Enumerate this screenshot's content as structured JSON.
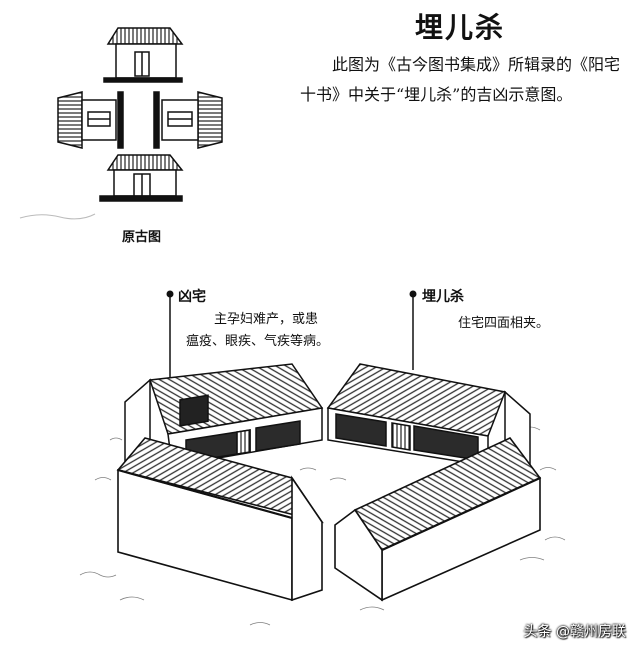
{
  "title": "埋儿杀",
  "description": "此图为《古今图书集成》所辑录的《阳宅十书》中关于“埋儿杀”的吉凶示意图。",
  "original_caption": "原古图",
  "callouts": {
    "bad_house": {
      "label": "凶宅",
      "line1": "主孕妇难产，或患",
      "line2": "瘟疫、眼疾、气疾等病。"
    },
    "mai_er_sha": {
      "label": "埋儿杀",
      "line1": "住宅四面相夹。"
    }
  },
  "watermark": "头条 @赣州房联",
  "colors": {
    "ink": "#111111",
    "roof": "#2a2a2a",
    "wall": "#ffffff"
  }
}
